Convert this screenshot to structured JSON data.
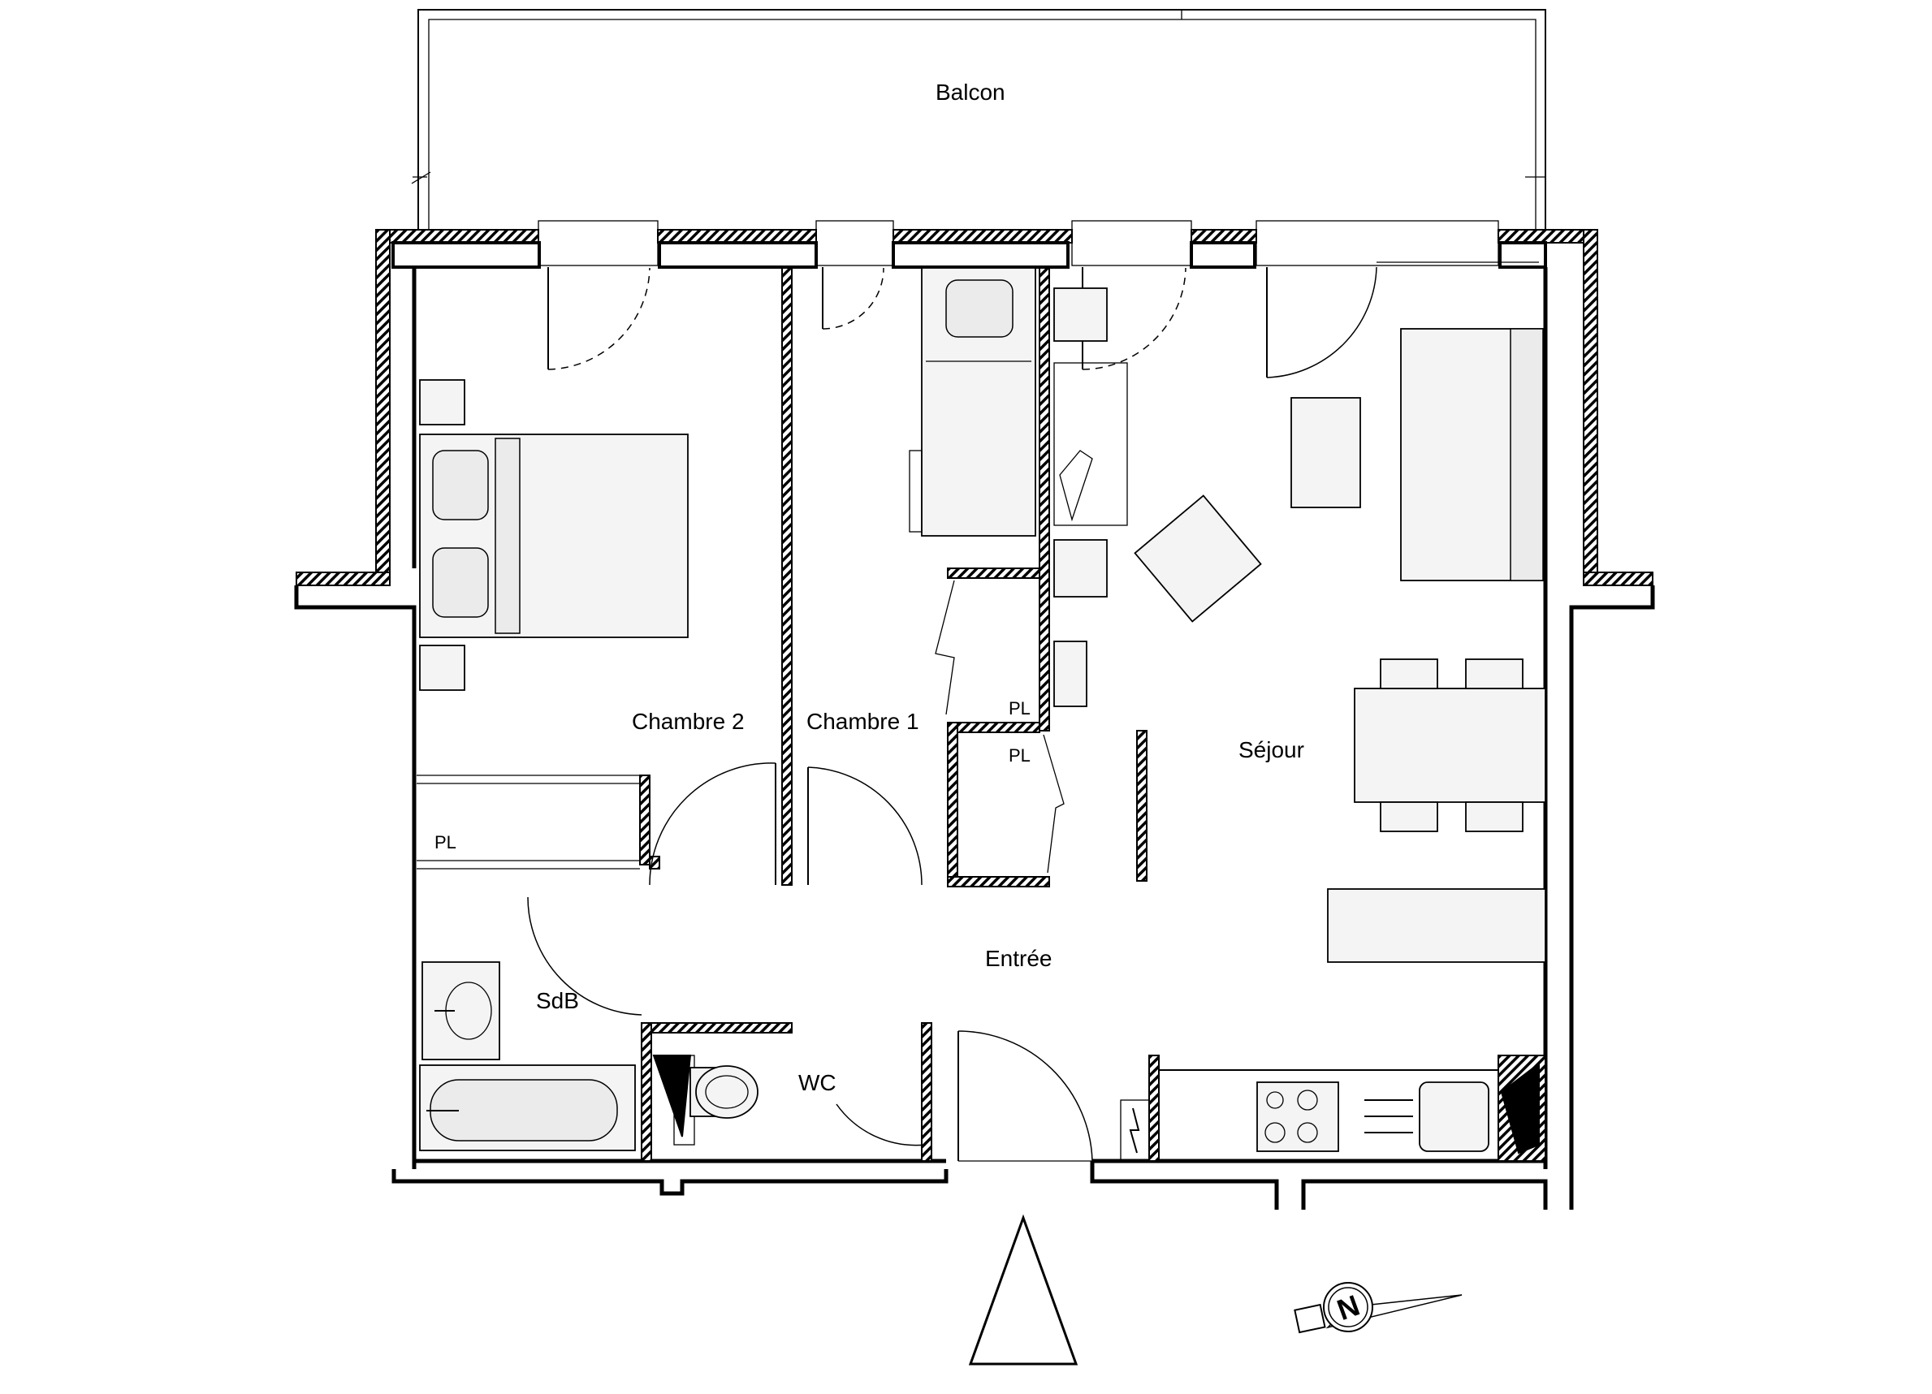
{
  "rooms": {
    "balcon": "Balcon",
    "chambre2": "Chambre 2",
    "chambre1": "Chambre 1",
    "sejour": "Séjour",
    "entree": "Entrée",
    "sdb": "SdB",
    "wc": "WC"
  },
  "storage": {
    "pl_chambre1_upper": "PL",
    "pl_chambre1_lower": "PL",
    "pl_chambre2": "PL"
  },
  "compass": {
    "letter": "N"
  },
  "icons": [
    "north-arrow-icon",
    "compass-icon"
  ]
}
